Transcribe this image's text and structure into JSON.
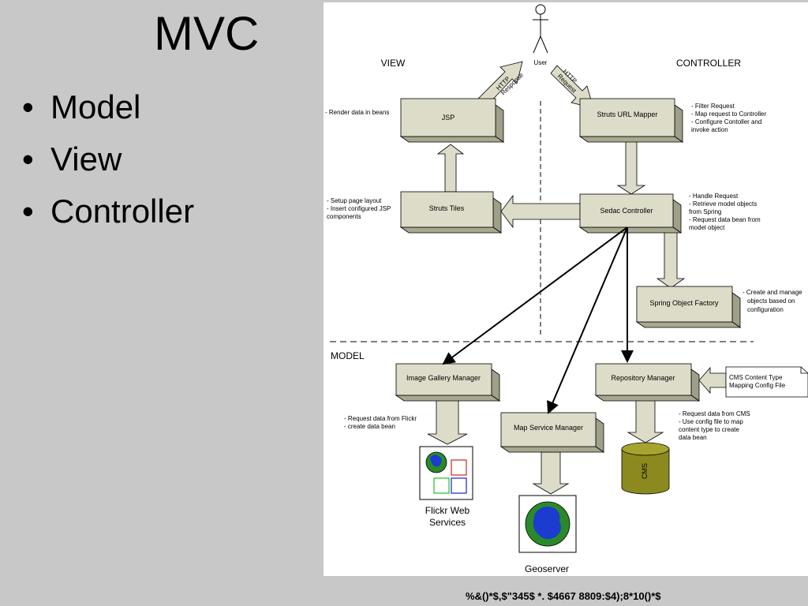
{
  "slide": {
    "title": "MVC",
    "bullets": [
      "Model",
      "View",
      "Controller"
    ],
    "footer": "%&()*$,$\"345$ *. $4667 8809:$4);8*10()*$"
  },
  "diagram": {
    "user_label": "User",
    "view_label": "VIEW",
    "controller_label": "CONTROLLER",
    "model_label": "MODEL",
    "http_response": [
      "HTTP",
      "Response"
    ],
    "http_request": [
      "HTTP",
      "Request"
    ],
    "boxes": {
      "jsp": "JSP",
      "struts_url_mapper": "Struts URL Mapper",
      "struts_tiles": "Struts Tiles",
      "sedac_controller": "Sedac Controller",
      "spring_object_factory": "Spring Object Factory",
      "image_gallery_manager": "Image Gallery Manager",
      "repository_manager": "Repository Manager",
      "map_service_manager": "Map Service Manager"
    },
    "notes": {
      "render": [
        "- Render data in beans"
      ],
      "filter": [
        "- Filter Request",
        "- Map request to Controller",
        "- Configure Contoller and",
        "  invoke action"
      ],
      "setup": [
        "- Setup page layout",
        "- Insert configured JSP",
        "components"
      ],
      "handle": [
        "- Handle Request",
        "- Retrieve model objects",
        "  from Spring",
        "- Request data bean from",
        "  model object"
      ],
      "create": [
        "- Create and manage",
        "objects based on",
        "configuration"
      ],
      "flickr_req": [
        "- Request data from Flickr",
        "- create data bean"
      ],
      "cms_req": [
        "- Request data from CMS",
        "- Use config file to map",
        "  content type to create",
        "  data bean"
      ]
    },
    "cms_config_doc": [
      "CMS Content Type",
      "Mapping Config File"
    ],
    "cms_db_label": "CMS",
    "flickr_label": [
      "Flickr Web",
      "Services"
    ],
    "geoserver_label": "Geoserver"
  }
}
